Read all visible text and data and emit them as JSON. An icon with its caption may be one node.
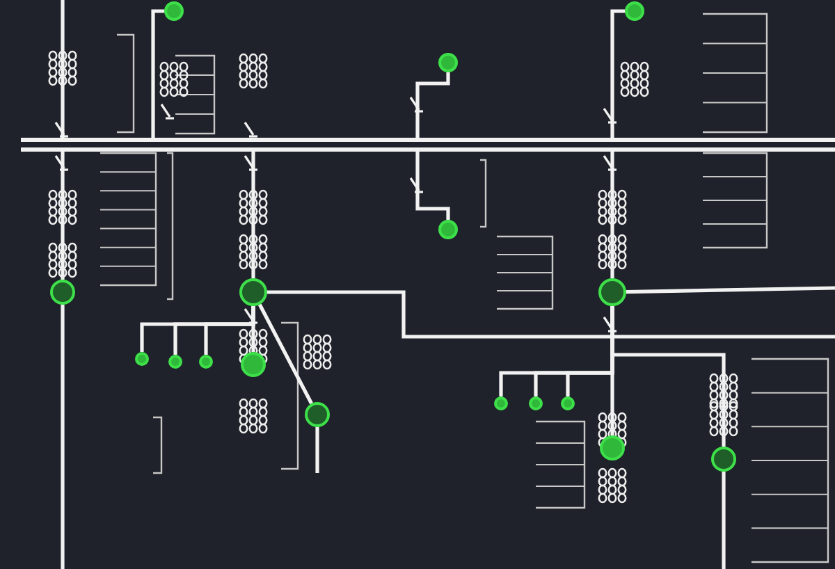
{
  "diagram": {
    "nodes": [
      {
        "text": [],
        "shape": "bar"
      },
      {
        "text": [],
        "shape": "circle"
      },
      {
        "text": [],
        "shape": "circle"
      },
      {
        "text": [],
        "shape": "circle"
      },
      {
        "text": [],
        "shape": "circle"
      },
      {
        "text": [],
        "shape": "circle"
      },
      {
        "text": [],
        "shape": "circle"
      },
      {
        "text": [],
        "shape": "circle"
      },
      {
        "text": [],
        "shape": "circle"
      },
      {
        "text": [],
        "shape": "circle"
      },
      {
        "text": [],
        "shape": "circle"
      },
      {
        "text": [],
        "shape": "circle"
      },
      {
        "text": [],
        "shape": "circle"
      },
      {
        "text": [],
        "shape": "circle"
      },
      {
        "text": [],
        "shape": "circle"
      },
      {
        "text": [],
        "shape": "circle"
      },
      {
        "text": [],
        "shape": "circle"
      },
      {
        "text": [],
        "shape": "circle"
      }
    ],
    "edges": [
      {
        "from": 0,
        "to": 1,
        "arrow": "none"
      },
      {
        "from": 0,
        "to": 2,
        "arrow": "none"
      },
      {
        "from": 0,
        "to": 3,
        "arrow": "none"
      },
      {
        "from": 0,
        "to": 4,
        "arrow": "none"
      },
      {
        "from": 0,
        "to": 5,
        "arrow": "none"
      },
      {
        "from": 0,
        "to": 6,
        "arrow": "none"
      },
      {
        "from": 0,
        "to": 7,
        "arrow": "none"
      },
      {
        "from": 3,
        "to": 8,
        "arrow": "none"
      },
      {
        "from": 3,
        "to": 9,
        "arrow": "none"
      },
      {
        "from": 3,
        "to": 10,
        "arrow": "none"
      },
      {
        "from": 3,
        "to": 11,
        "arrow": "none"
      },
      {
        "from": 3,
        "to": 12,
        "arrow": "none"
      },
      {
        "from": 7,
        "to": 13,
        "arrow": "none"
      },
      {
        "from": 7,
        "to": 14,
        "arrow": "none"
      },
      {
        "from": 7,
        "to": 15,
        "arrow": "none"
      },
      {
        "from": 7,
        "to": 16,
        "arrow": "none"
      },
      {
        "from": 7,
        "to": 17,
        "arrow": "none"
      },
      {
        "from": null,
        "to": 0,
        "arrow": "none"
      },
      {
        "from": 1,
        "to": null,
        "arrow": "none"
      },
      {
        "from": 3,
        "to": null,
        "arrow": "none"
      },
      {
        "from": 7,
        "to": null,
        "arrow": "none"
      },
      {
        "from": 14,
        "to": null,
        "arrow": "none"
      },
      {
        "from": 9,
        "to": null,
        "arrow": "none"
      }
    ]
  }
}
